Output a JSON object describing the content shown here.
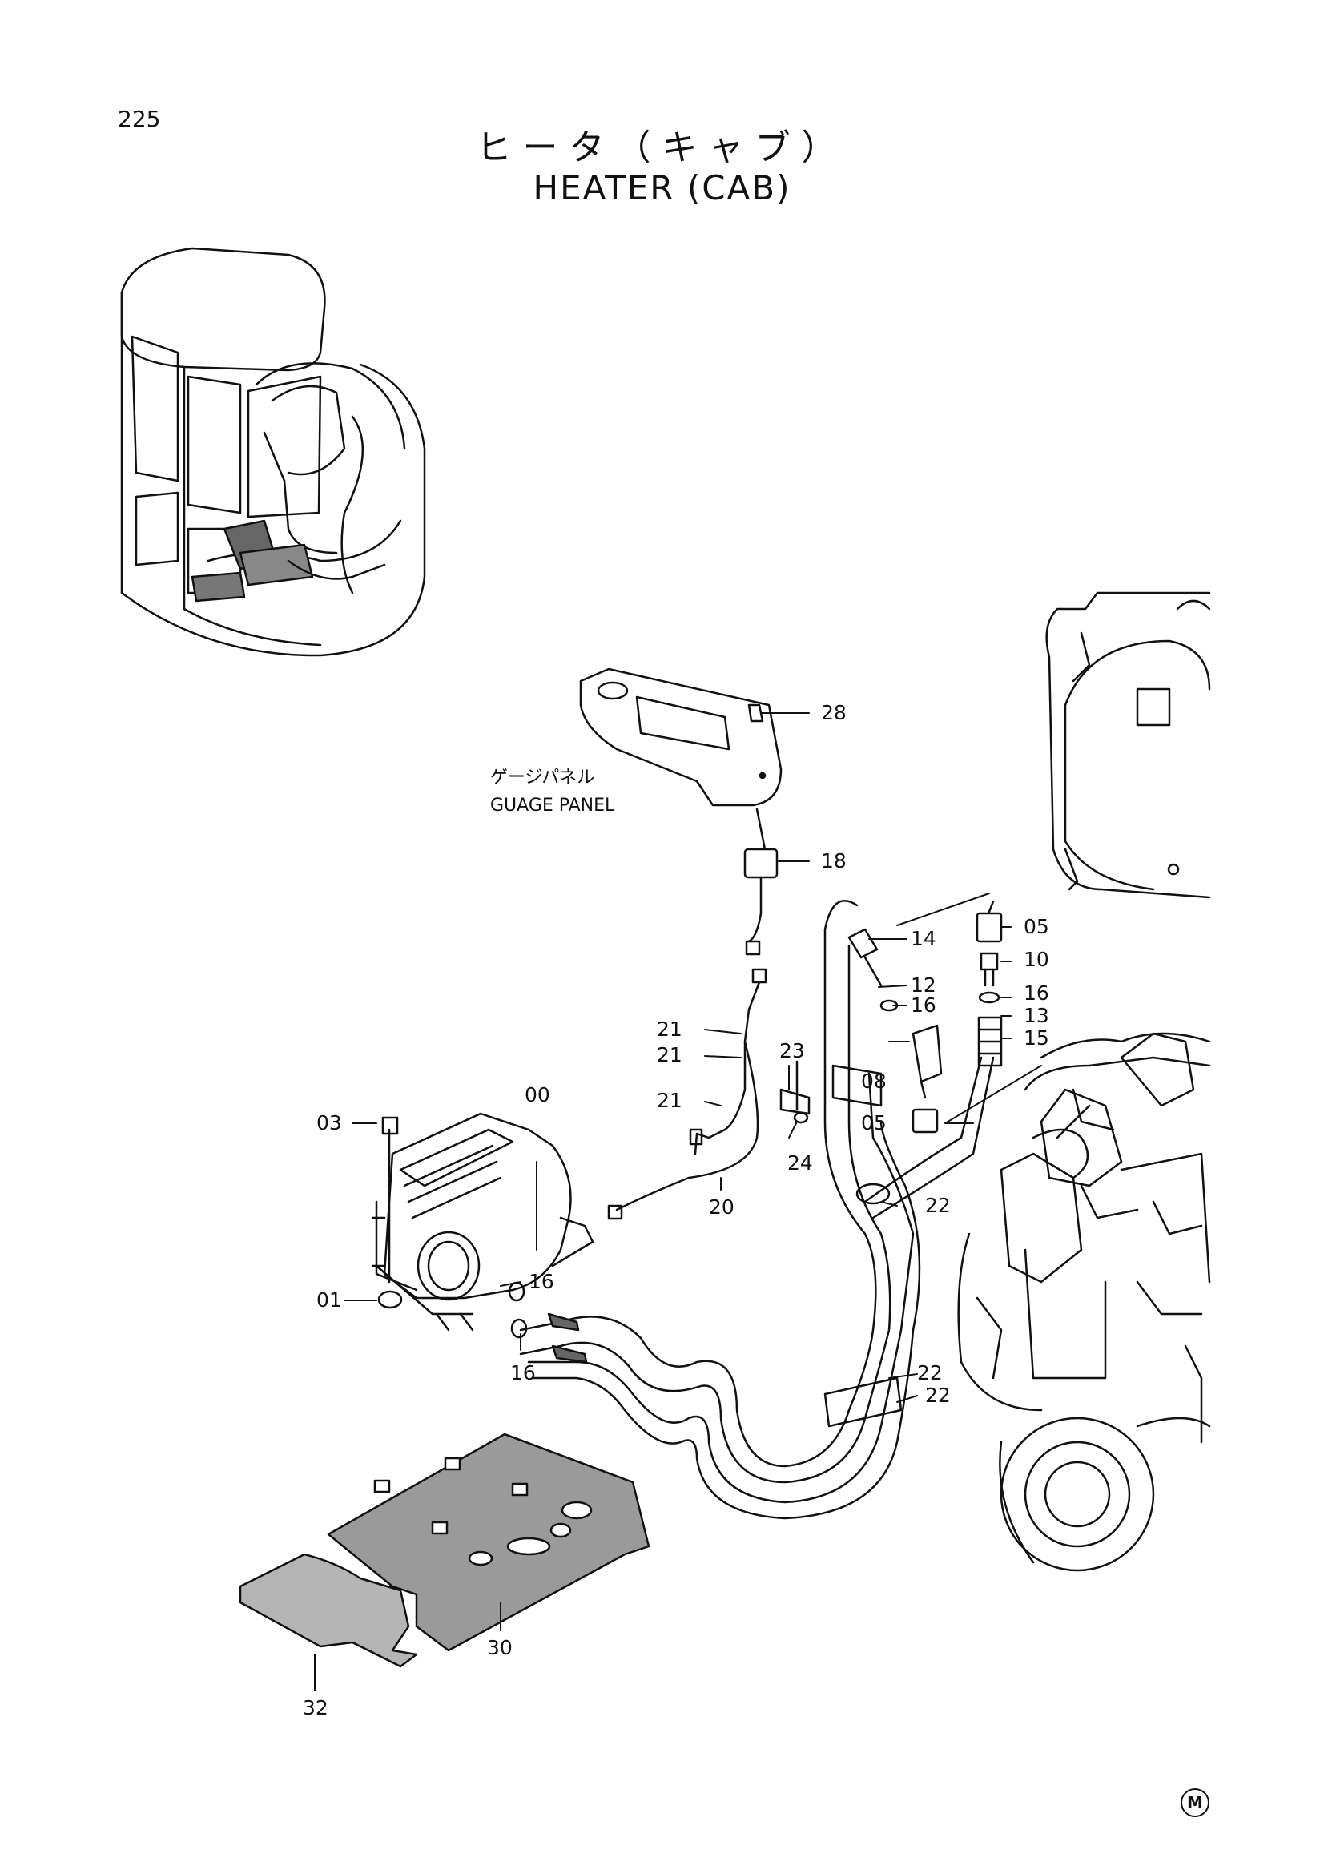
{
  "page_number": "225",
  "title_jp": "ヒータ（キャブ）",
  "title_en": "HEATER (CAB)",
  "gauge_panel_jp": "ゲージパネル",
  "gauge_panel_en": "GUAGE PANEL",
  "corner_mark": "M",
  "callouts": {
    "c28": "28",
    "c18": "18",
    "c05a": "05",
    "c10": "10",
    "c14": "14",
    "c12": "12",
    "c16a": "16",
    "c16b": "16",
    "c13": "13",
    "c15": "15",
    "c21a": "21",
    "c21b": "21",
    "c21c": "21",
    "c23": "23",
    "c08": "08",
    "c05b": "05",
    "c24": "24",
    "c00": "00",
    "c03": "03",
    "c20": "20",
    "c22a": "22",
    "c22b": "22",
    "c22c": "22",
    "c01": "01",
    "c16c": "16",
    "c16d": "16",
    "c30": "30",
    "c32": "32"
  },
  "colors": {
    "line": "#111111",
    "mat_fill": "#9a9a9a",
    "background": "#ffffff"
  }
}
